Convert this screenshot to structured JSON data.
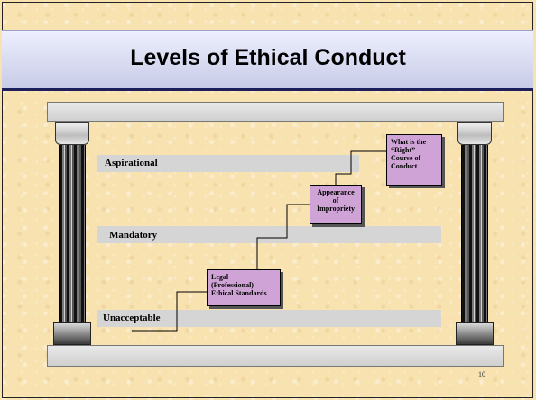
{
  "slide": {
    "title": "Levels of Ethical Conduct",
    "page_number": "10"
  },
  "levels": {
    "aspirational": "Aspirational",
    "mandatory": "Mandatory",
    "unacceptable": "Unacceptable"
  },
  "steps": {
    "legal": "Legal\n(Professional)\nEthical Standards",
    "appearance": "Appearance\nof\nImpropriety",
    "right_course": "What is the\n“Right”\nCourse of\nConduct"
  },
  "colors": {
    "title_band": "#c7cbe6",
    "title_rule": "#1d1f5a",
    "step_box": "#cfa3d6",
    "level_band": "#d5d5d5",
    "background": "#f7e2b0"
  }
}
